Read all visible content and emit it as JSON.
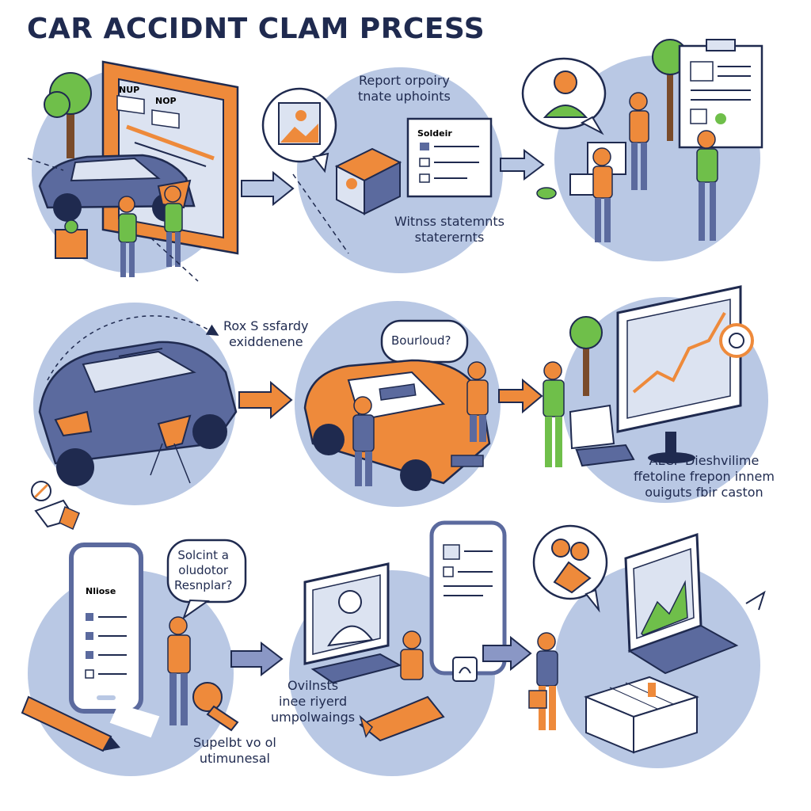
{
  "title": "CAR ACCIDNT CLAM PRCESS",
  "steps": [
    {
      "caption": [],
      "signs": [
        "NUP",
        "NOP"
      ]
    },
    {
      "caption": [
        "Report orpoiry",
        "tnate uphoints"
      ],
      "form_label": "Soldeir",
      "caption2": [
        "Witnss statemnts",
        "staterernts"
      ]
    },
    {
      "caption": []
    },
    {
      "caption": [
        "Rox S ssfardy",
        "exiddenene"
      ]
    },
    {
      "bubble": [
        "Bourloud?"
      ]
    },
    {
      "caption": [
        "ALCF Dieshvilime",
        "ffetoline frepon innem",
        "ouiguts fbir caston"
      ]
    },
    {
      "bubble": [
        "Solcint a",
        "oludotor",
        "Resnplar?"
      ],
      "phone_label": "Nliose",
      "caption": [
        "Supelbt vo ol",
        "utimunesal"
      ]
    },
    {
      "caption": [
        "Ovilnsts",
        "inee riyerd",
        "umpolwaings"
      ]
    },
    {
      "caption": []
    }
  ],
  "colors": {
    "circle": "#b9c8e4",
    "orange": "#ee8a3b",
    "navy": "#1f2a4f",
    "green": "#6fbf4a",
    "car_blue": "#5b6a9e",
    "arrow": "#8a97c5"
  }
}
